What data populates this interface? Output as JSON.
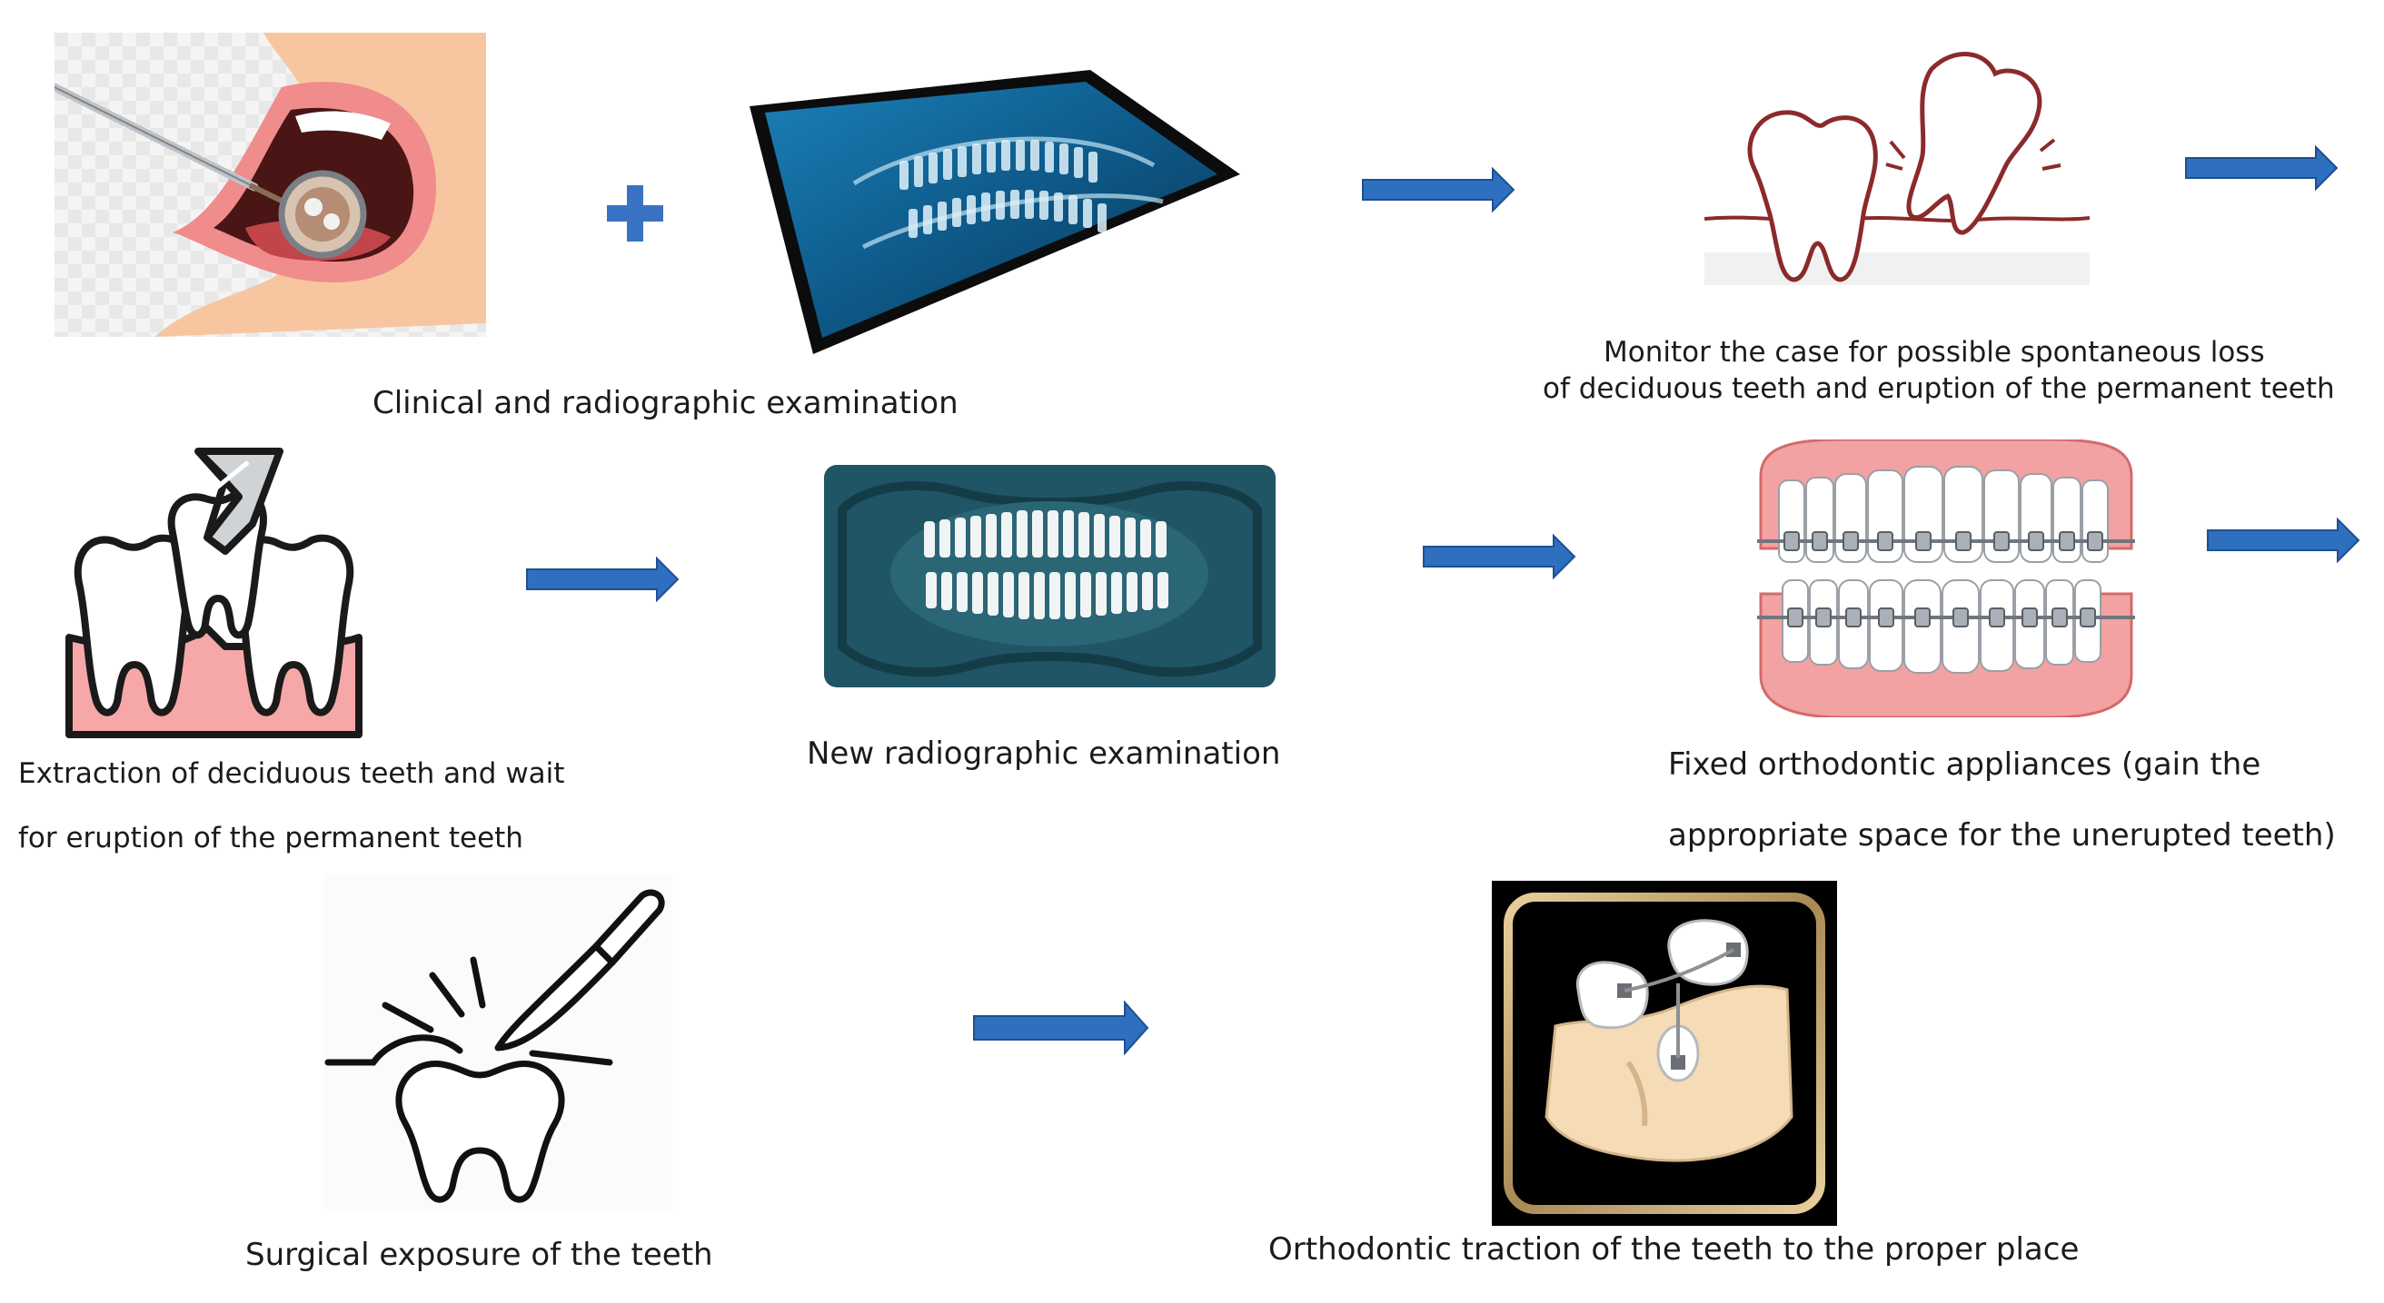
{
  "steps": {
    "clinical_radiographic": {
      "label": "Clinical and radiographic examination"
    },
    "monitor": {
      "line1": "Monitor the case for possible spontaneous loss",
      "line2": "of deciduous teeth and eruption of the permanent teeth"
    },
    "extraction": {
      "line1": "Extraction of deciduous teeth and wait",
      "line2": "for eruption of the permanent teeth"
    },
    "new_radiographic": {
      "label": "New radiographic examination"
    },
    "fixed_ortho": {
      "line1": "Fixed orthodontic appliances (gain the",
      "line2": "appropriate space for the unerupted teeth)"
    },
    "surgical": {
      "label": "Surgical exposure of the teeth"
    },
    "traction": {
      "label": "Orthodontic traction of the teeth to the proper place"
    }
  },
  "colors": {
    "arrow_fill": "#2e6fc0",
    "arrow_stroke": "#1f4f91",
    "plus": "#3a72c4",
    "skin": "#f7c6a0",
    "gum": "#f4a6a6",
    "xray_bg": "#0f4a6b",
    "pano_bg": "#1f5564"
  },
  "icons": {
    "mouth": "mouth-mirror-icon",
    "plus": "plus-icon",
    "xray": "xray-film-icon",
    "impacted": "impacted-teeth-icon",
    "extraction": "tooth-extraction-icon",
    "pano": "panoramic-xray-icon",
    "braces": "braces-icon",
    "scalpel": "scalpel-tooth-icon",
    "traction": "orthodontic-traction-icon"
  }
}
